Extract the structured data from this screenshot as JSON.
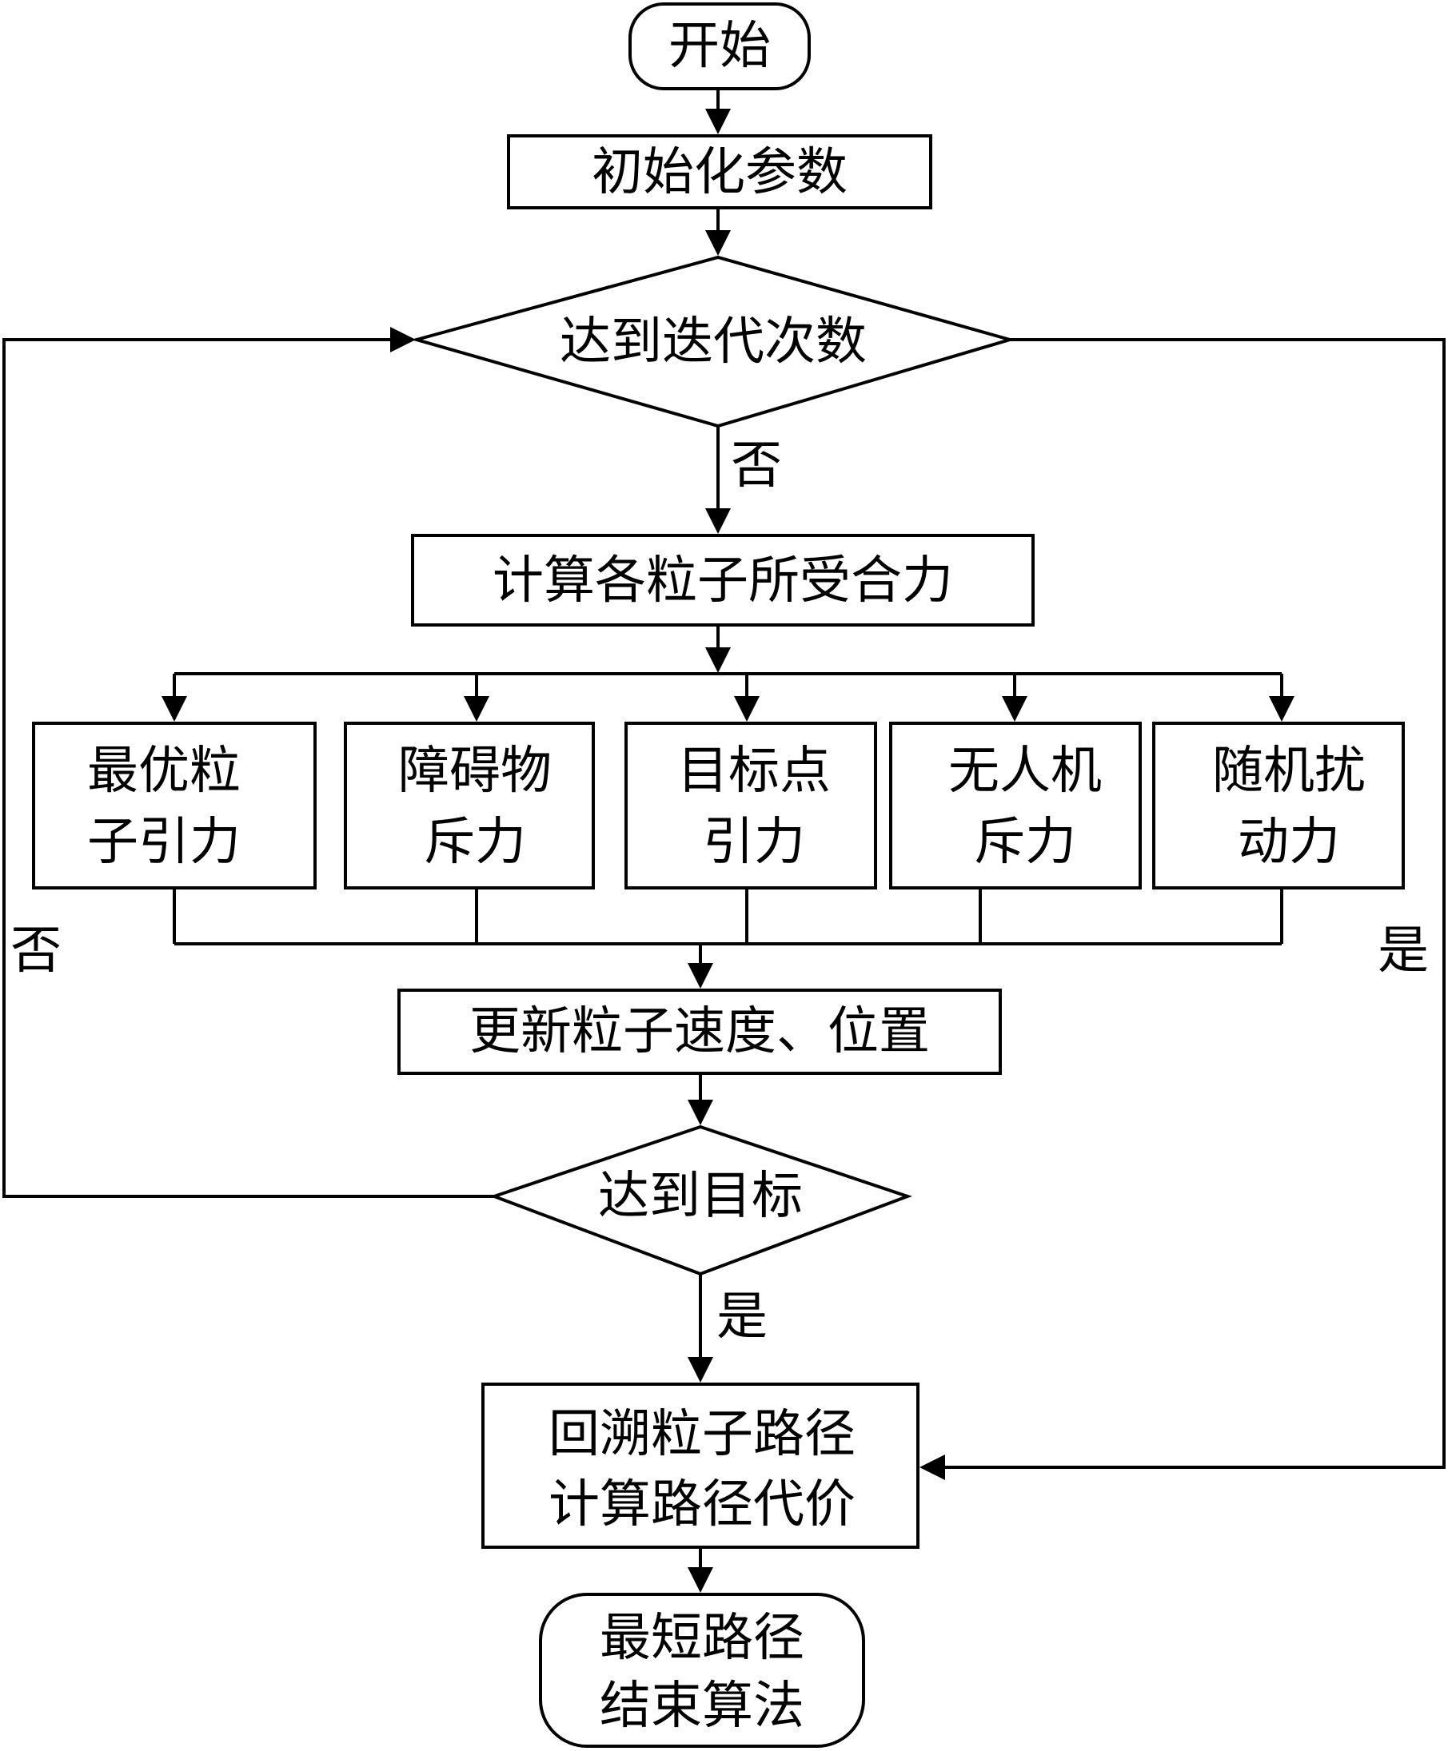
{
  "nodes": {
    "start": "开始",
    "init": "初始化参数",
    "check_iter": "达到迭代次数",
    "compute_force": "计算各粒子所受合力",
    "force1": [
      "最优粒",
      "子引力"
    ],
    "force2": [
      "障碍物",
      "斥力"
    ],
    "force3": [
      "目标点",
      "引力"
    ],
    "force4": [
      "无人机",
      "斥力"
    ],
    "force5": [
      "随机扰",
      "动力"
    ],
    "update": "更新粒子速度、位置",
    "check_goal": "达到目标",
    "backtrack": [
      "回溯粒子路径",
      "计算路径代价"
    ],
    "end": [
      "最短路径",
      "结束算法"
    ]
  },
  "edge_labels": {
    "iter_no": "否",
    "goal_no": "否",
    "iter_yes": "是",
    "goal_yes": "是"
  }
}
